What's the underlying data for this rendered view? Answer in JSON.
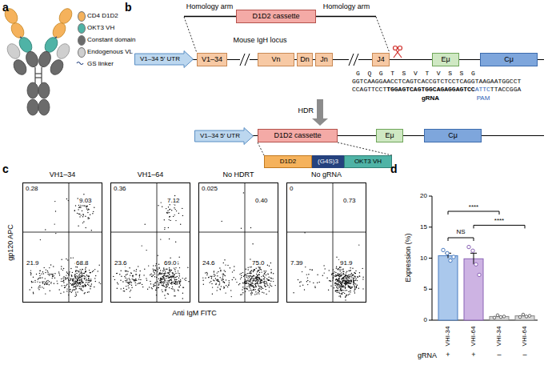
{
  "diagram": {
    "nodes": [
      {
        "text": [
          "D1D2 cassette"
        ]
      },
      {
        "text": [
          "V1–34 5′ UTR"
        ]
      },
      {
        "text": [
          "V1–34"
        ]
      },
      {
        "text": [
          "Vn"
        ]
      },
      {
        "text": [
          "Dn"
        ]
      },
      {
        "text": [
          "Jn"
        ]
      },
      {
        "text": [
          "J4"
        ]
      },
      {
        "text": [
          "Eμ"
        ]
      },
      {
        "text": [
          "Cμ"
        ]
      },
      {
        "text": [
          "V1–34 5′ UTR"
        ]
      },
      {
        "text": [
          "D1D2 cassette"
        ]
      },
      {
        "text": [
          "Eμ"
        ]
      },
      {
        "text": [
          "Cμ"
        ]
      },
      {
        "text": [
          "D1D2"
        ]
      },
      {
        "text": [
          "(G4S)3"
        ]
      },
      {
        "text": [
          "OKT3 VH"
        ]
      },
      {
        "text": [
          "VH1–34"
        ]
      },
      {
        "text": [
          "VH1–64"
        ]
      },
      {
        "text": [
          "No HDRT"
        ]
      },
      {
        "text": [
          "No gRNA"
        ]
      }
    ],
    "labels": [
      "a",
      "b",
      "c",
      "d",
      "Homology arm",
      "Homology arm",
      "Mouse IgH locus",
      "G Q G T S V T V S S G",
      "GGTCAAGGAACCTCAGTCACCGTCTCCTCAGGTAAGAATGGCCT",
      "CCAGTTCCT",
      "TGGAGTCAGTGGCAGAGGAGTCC",
      "ATTC",
      "TTACCGGA",
      "gRNA",
      "PAM",
      "HDR",
      "0.28",
      "9.03",
      "21.9",
      "68.8",
      "0.36",
      "7.12",
      "23.6",
      "69.0",
      "0.025",
      "0.40",
      "24.6",
      "75.0",
      "0",
      "0.73",
      "7.39",
      "91.9",
      "gp120 APC",
      "Anti IgM FITC",
      "20",
      "15",
      "10",
      "5",
      "0",
      "Expression (%)",
      "****",
      "NS",
      "****",
      "VHI-34",
      "VHI-64",
      "VHI-34",
      "VHI-64",
      "+",
      "+",
      "–",
      "–",
      "gRNA"
    ],
    "legend": [
      {
        "text": "CD4 D1D2",
        "color": "#f5b25c"
      },
      {
        "text": "OKT3 VH",
        "color": "#4fb3a6"
      },
      {
        "text": "Constant domain",
        "color": "#6b6b6b"
      },
      {
        "text": "Endogenous VL",
        "color": "#cfcfcf"
      },
      {
        "text": "GS linker"
      }
    ]
  }
}
